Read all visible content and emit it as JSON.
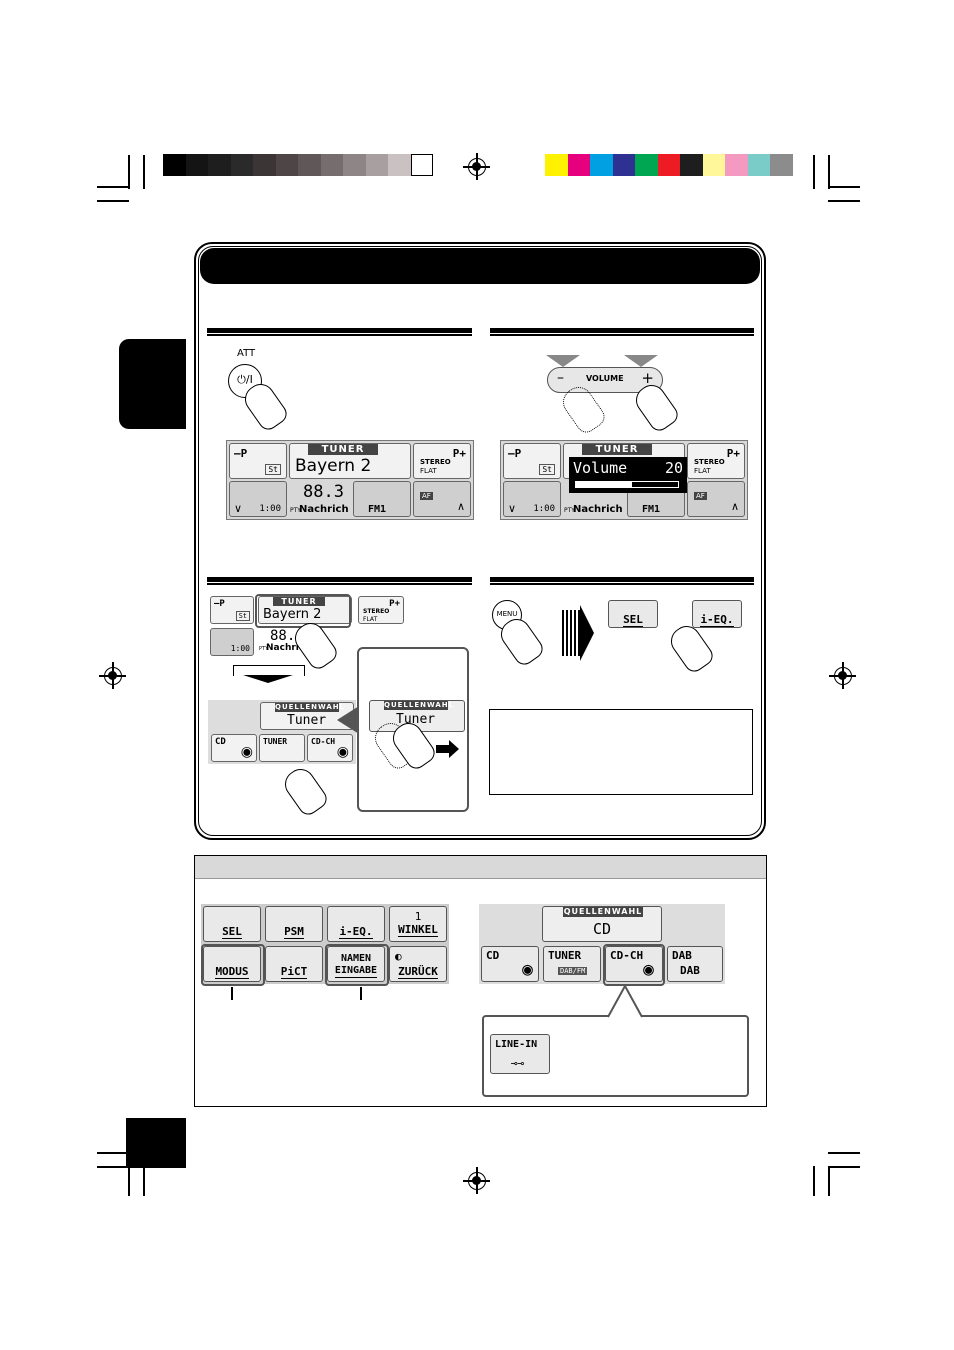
{
  "colors": {
    "gray_bar": [
      "#000000",
      "#141414",
      "#1e1e1e",
      "#2a2a2a",
      "#3b3536",
      "#4d4546",
      "#5f5758",
      "#766d6e",
      "#8e8586",
      "#a89fa0",
      "#c9c1c2",
      "#ffffff"
    ],
    "color_bar": [
      "#fff200",
      "#e6007e",
      "#00a0e3",
      "#2e3192",
      "#00a651",
      "#ed1c24",
      "#1e1e1e",
      "#fff799",
      "#f49ac1",
      "#7accc8",
      "#8c8c8c"
    ]
  },
  "att": {
    "label": "ATT",
    "power_symbol": "⏻/I"
  },
  "volume_knob": {
    "minus": "–",
    "label": "VOLUME",
    "plus": "+"
  },
  "tuner_screen": {
    "tag": "TUNER",
    "station": "Bayern 2",
    "freq": "88.3 MHz",
    "pty_label": "PTY",
    "pty": "Nachrich",
    "band": "FM1",
    "clock": "1:00",
    "preset_down": "–P",
    "preset_up": "P+",
    "stereo": "STEREO",
    "flat": "FLAT",
    "st": "St",
    "af": "AF"
  },
  "volume_overlay": {
    "label": "Volume",
    "value": "20",
    "level": 0.55
  },
  "source_screen": {
    "tag": "QUELLENWAHL",
    "value": "Tuner",
    "freq_partial": "88.",
    "pty": "Nachrich",
    "sources": [
      "CD",
      "TUNER",
      "CD-CH"
    ]
  },
  "menu": {
    "menu_label": "MENU",
    "sel": "SEL",
    "ieq": "i-EQ."
  },
  "menu_grid": {
    "row1": [
      "SEL",
      "PSM",
      "i-EQ.",
      "1",
      "WINKEL"
    ],
    "row2": [
      "MODUS",
      "PiCT",
      "NAMEN",
      "EINGABE",
      "ZURÜCK"
    ]
  },
  "source_grid": {
    "tag": "QUELLENWAHL",
    "value": "CD",
    "sources": [
      "CD",
      "TUNER",
      "CD-CH",
      "DAB"
    ],
    "tuner_sub": "DAB/FM",
    "line_in": "LINE-IN"
  }
}
